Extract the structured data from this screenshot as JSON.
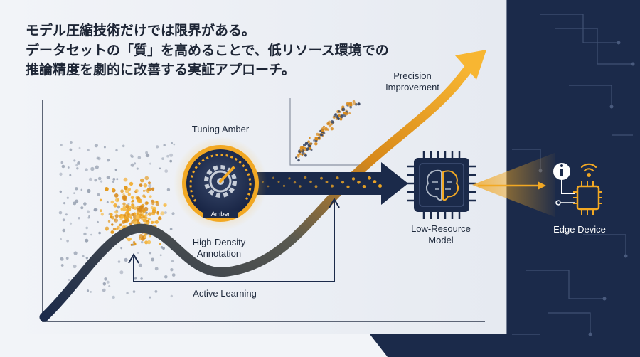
{
  "headline": {
    "line1": "モデル圧縮技術だけでは限界がある。",
    "line2": "データセットの「質」を高めることで、低リソース環境での",
    "line3": "推論精度を劇的に改善する実証アプローチ。"
  },
  "labels": {
    "precision_line1": "Precision",
    "precision_line2": "Improvement",
    "tuning_amber": "Tuning Amber",
    "amber_badge": "Amber",
    "high_density_line1": "High-Density",
    "high_density_line2": "Annotation",
    "active_learning": "Active Learning",
    "low_resource_line1": "Low-Resource",
    "low_resource_line2": "Model",
    "edge_device": "Edge Device"
  },
  "icons": [
    "gear-gauge-icon",
    "brain-chip-icon",
    "info-icon",
    "wifi-icon",
    "chip-icon"
  ],
  "colors": {
    "panel": "#eef1f6",
    "navy": "#1b2a4a",
    "amber": "#f2a823",
    "amber_dark": "#d8891a",
    "text": "#1d2535",
    "gray_dots": "#9aa3b3"
  }
}
